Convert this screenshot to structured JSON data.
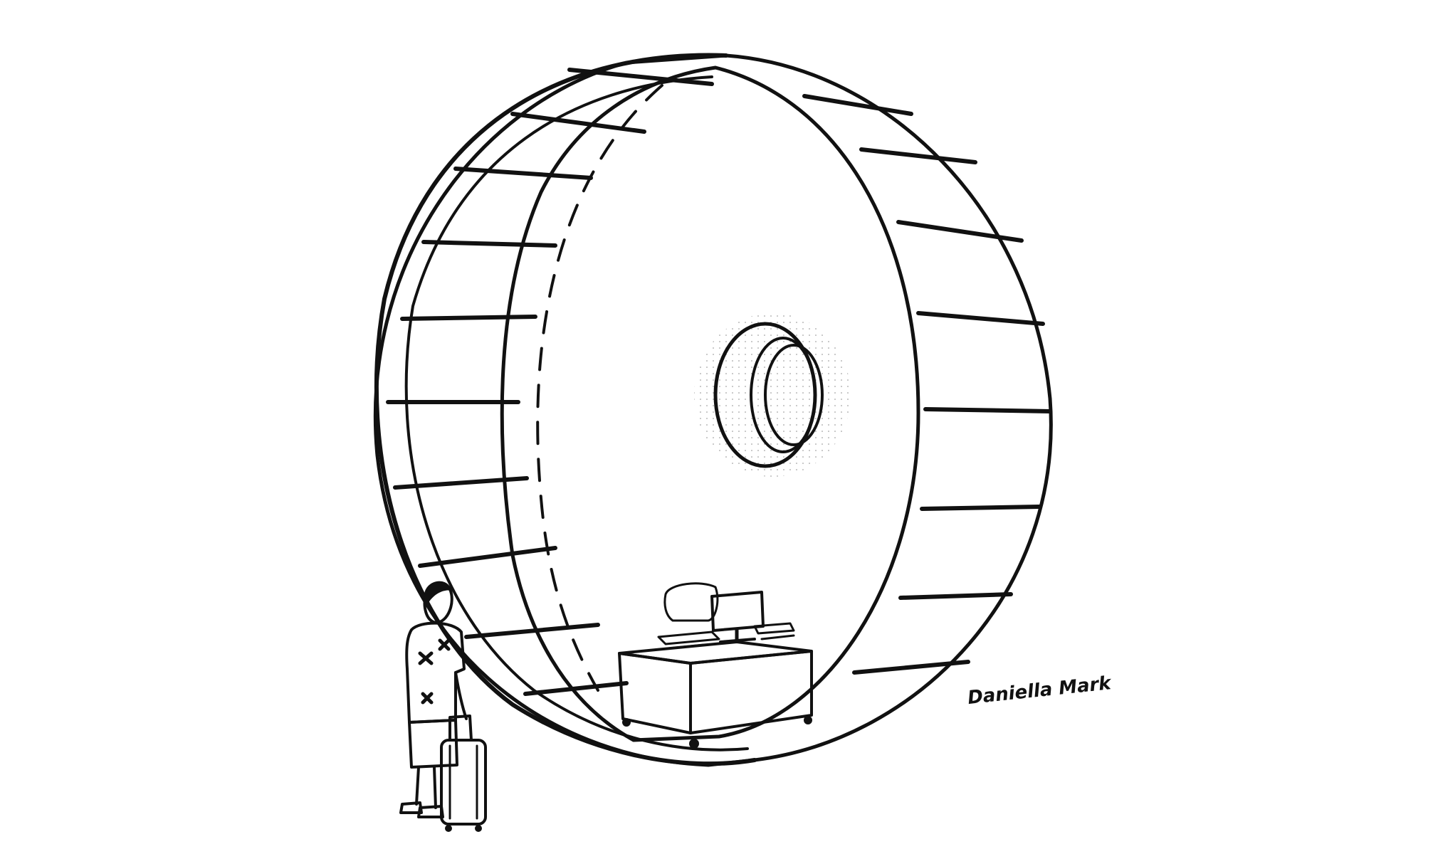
{
  "cartoon": {
    "signature": "Daniella Mark",
    "colors": {
      "ink": "#111111",
      "paper": "#ffffff",
      "halftone": "#6b6b6b"
    },
    "elements": [
      "hamster-wheel",
      "wheel-hub",
      "office-desk",
      "office-chair",
      "computer-monitor",
      "person",
      "rolling-suitcase"
    ]
  }
}
